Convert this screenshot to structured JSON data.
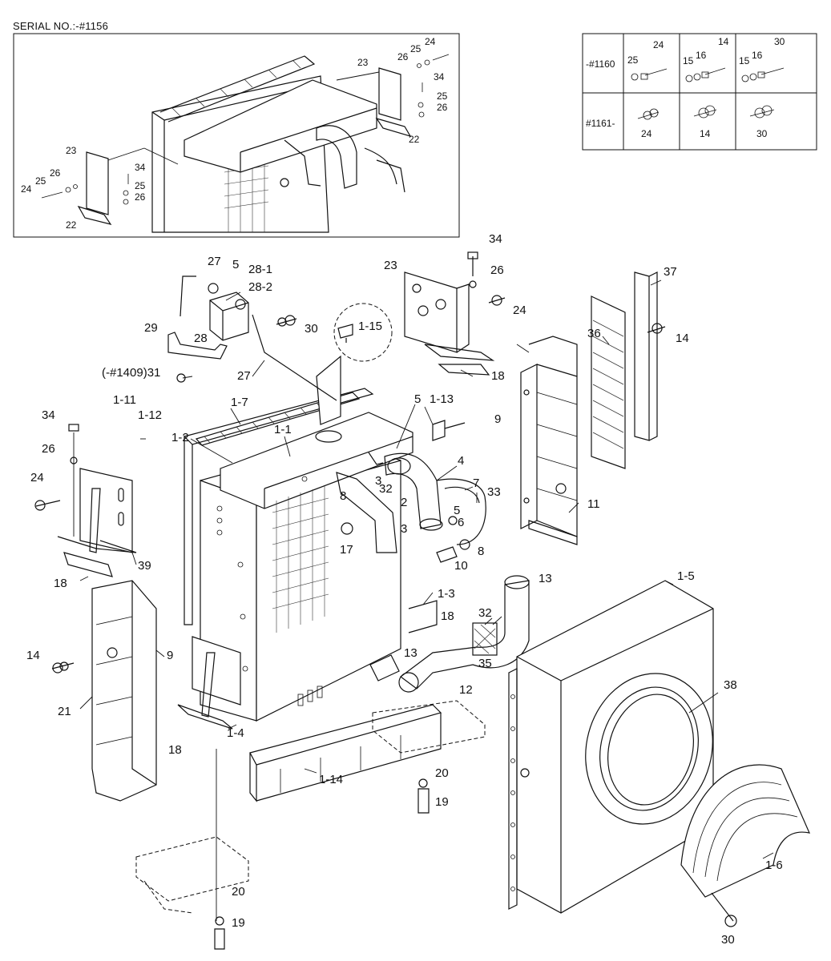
{
  "serial_label": "SERIAL NO.:-#1156",
  "table": {
    "rows": [
      {
        "label": "-#1160",
        "cells": [
          [
            "25",
            "24"
          ],
          [
            "15",
            "16",
            "14"
          ],
          [
            "15",
            "16",
            "30"
          ]
        ]
      },
      {
        "label": "#1161-",
        "cells": [
          [
            "24"
          ],
          [
            "14"
          ],
          [
            "30"
          ]
        ]
      }
    ]
  },
  "inset_labels": [
    "23",
    "26",
    "25",
    "24",
    "34",
    "25",
    "26",
    "22",
    "23",
    "26",
    "25",
    "24",
    "34",
    "25",
    "26",
    "22"
  ],
  "labels": {
    "l27a": "27",
    "l5a": "5",
    "l28_1": "28-1",
    "l28_2": "28-2",
    "l28": "28",
    "l29": "29",
    "l30a": "30",
    "l31": "(-#1409)31",
    "l27b": "27",
    "l1_15": "1-15",
    "l34a": "34",
    "l23": "23",
    "l26a": "26",
    "l24a": "24",
    "l18a": "18",
    "l37": "37",
    "l36": "36",
    "l14a": "14",
    "l9a": "9",
    "l11": "11",
    "l1_7": "1-7",
    "l1_11": "1-11",
    "l1_12": "1-12",
    "l34b": "34",
    "l26b": "26",
    "l24b": "24",
    "l1_2": "1-2",
    "l1_1": "1-1",
    "l5b": "5",
    "l1_13": "1-13",
    "l4": "4",
    "l3a": "3",
    "l32a": "32",
    "l7": "7",
    "l33": "33",
    "l8a": "8",
    "l2": "2",
    "l5c": "5",
    "l3b": "3",
    "l6": "6",
    "l17": "17",
    "l8b": "8",
    "l10": "10",
    "l39": "39",
    "l18b": "18",
    "l1_3": "1-3",
    "l18c": "18",
    "l14b": "14",
    "l9b": "9",
    "l21": "21",
    "l13a": "13",
    "l32b": "32",
    "l35": "35",
    "l13b": "13",
    "l12": "12",
    "l1_5": "1-5",
    "l38": "38",
    "l1_4": "1-4",
    "l18d": "18",
    "l1_14": "1-14",
    "l20a": "20",
    "l19a": "19",
    "l1_6": "1-6",
    "l20b": "20",
    "l19b": "19",
    "l30b": "30"
  }
}
